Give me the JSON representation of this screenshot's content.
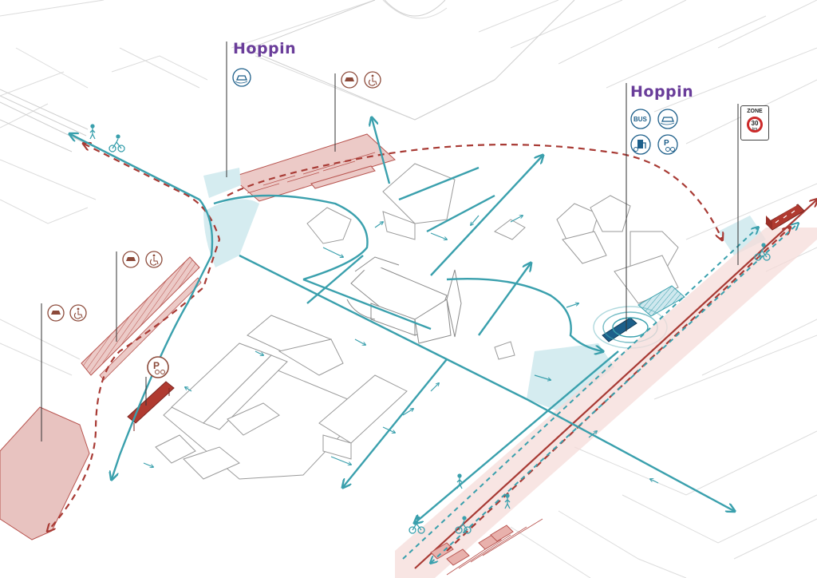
{
  "brand": {
    "name": "Hoppin",
    "colors": {
      "teal": "#2e9aa6",
      "purple": "#6a3d9a",
      "green": "#3aa35c",
      "dark_teal": "#1d5f8a"
    }
  },
  "zone_sign": {
    "title": "ZONE",
    "speed": "30",
    "unit": "km"
  },
  "icons": {
    "hub_north": [
      "shared-car-icon"
    ],
    "hub_east": [
      "bus-icon",
      "shared-car-icon",
      "charging-station-icon",
      "bike-parking-icon"
    ],
    "parking_north": [
      "car-icon",
      "wheelchair-icon"
    ],
    "parking_west": [
      "car-icon",
      "wheelchair-icon"
    ],
    "parking_southwest": [
      "car-icon",
      "wheelchair-icon"
    ],
    "bike_parking": [
      "bike-parking-icon"
    ]
  },
  "colors": {
    "pedestrian_route": "#3aa0ad",
    "car_route": "#a83a34",
    "parking_fill": "#e8c3c0",
    "parking_stroke": "#b85550",
    "square_fill": "#d5ecf0",
    "building_stroke": "#c7c7c7",
    "icon_brown": "#8c4a3a"
  }
}
